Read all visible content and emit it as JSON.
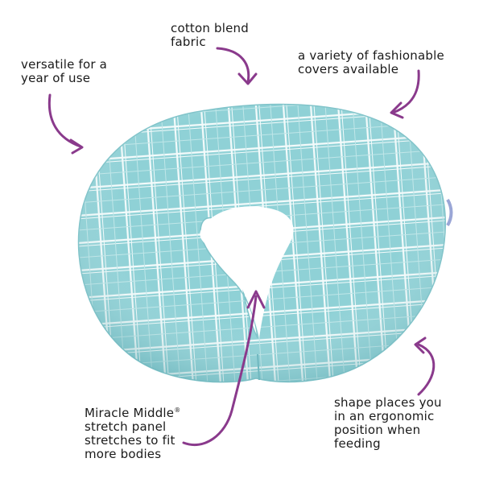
{
  "colors": {
    "pillow": "#8fd1d6",
    "pillow_shade": "#6fb7bf",
    "plaid": "#f4fbfb",
    "arrow": "#8a3a8c"
  },
  "callouts": {
    "cotton_blend": [
      "cotton blend",
      "fabric"
    ],
    "versatile": [
      "versatile for a",
      "year of use"
    ],
    "covers": [
      "a variety of fashionable",
      "covers available"
    ],
    "miracle_middle": {
      "line1": "Miracle Middle",
      "mark": "®",
      "lines": [
        "stretch panel",
        "stretches to fit",
        "more bodies"
      ]
    },
    "shape": [
      "shape places you",
      "in an ergonomic",
      "position when",
      "feeding"
    ]
  }
}
